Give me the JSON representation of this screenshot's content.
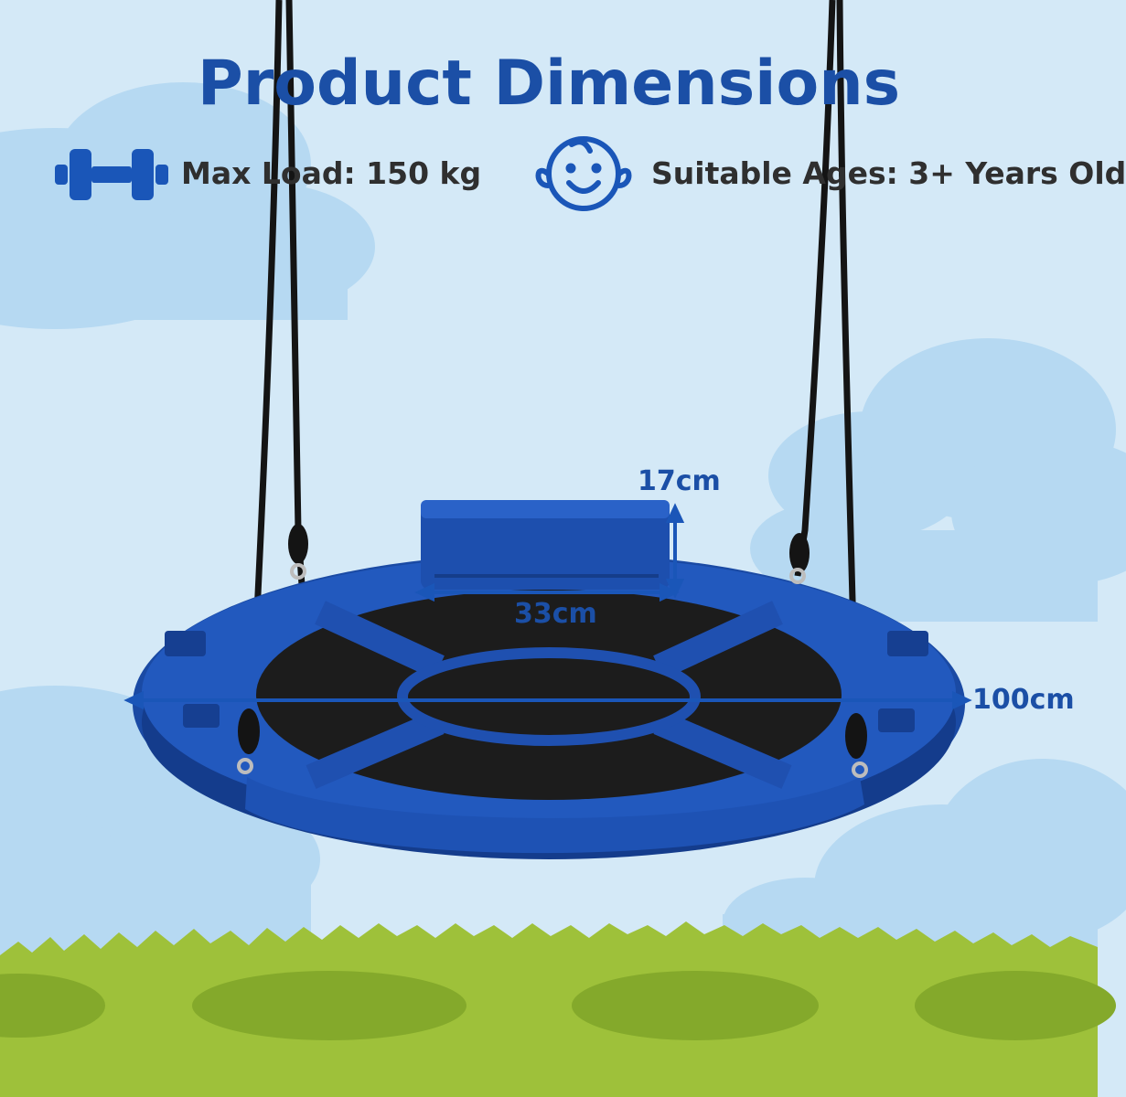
{
  "title": "Product Dimensions",
  "features": {
    "max_load": {
      "label": "Max Load: 150 kg",
      "icon": "dumbbell-icon"
    },
    "ages": {
      "label": "Suitable Ages: 3+ Years Old",
      "icon": "baby-face-icon"
    }
  },
  "dimensions": {
    "pillow_height": "17cm",
    "pillow_width": "33cm",
    "seat_diameter": "100cm"
  },
  "colors": {
    "title": "#1b4fa6",
    "accent_blue": "#1a56b8",
    "seat_blue": "#1747a3",
    "sky": "#d4e9f7",
    "cloud": "#b6d9f2",
    "grass": "#9ec13a",
    "grass_spot": "#84a92b",
    "rope": "#141414"
  }
}
